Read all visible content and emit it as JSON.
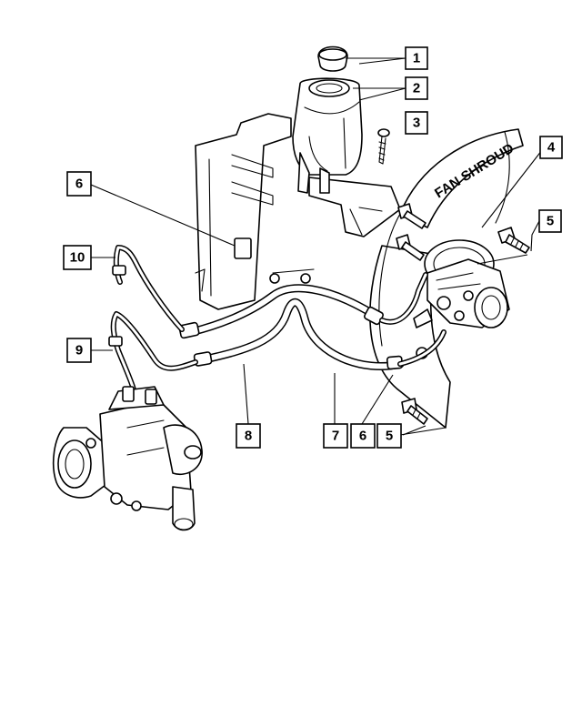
{
  "callouts": [
    {
      "id": "c1",
      "label": "1"
    },
    {
      "id": "c2",
      "label": "2"
    },
    {
      "id": "c3",
      "label": "3"
    },
    {
      "id": "c4",
      "label": "4"
    },
    {
      "id": "c5a",
      "label": "5"
    },
    {
      "id": "c6a",
      "label": "6"
    },
    {
      "id": "c10",
      "label": "10"
    },
    {
      "id": "c9",
      "label": "9"
    },
    {
      "id": "c8",
      "label": "8"
    },
    {
      "id": "c7",
      "label": "7"
    },
    {
      "id": "c6b",
      "label": "6"
    },
    {
      "id": "c5b",
      "label": "5"
    }
  ],
  "shroud_text": "FAN SHROUD",
  "colors": {
    "line": "#000000",
    "background": "#ffffff"
  }
}
